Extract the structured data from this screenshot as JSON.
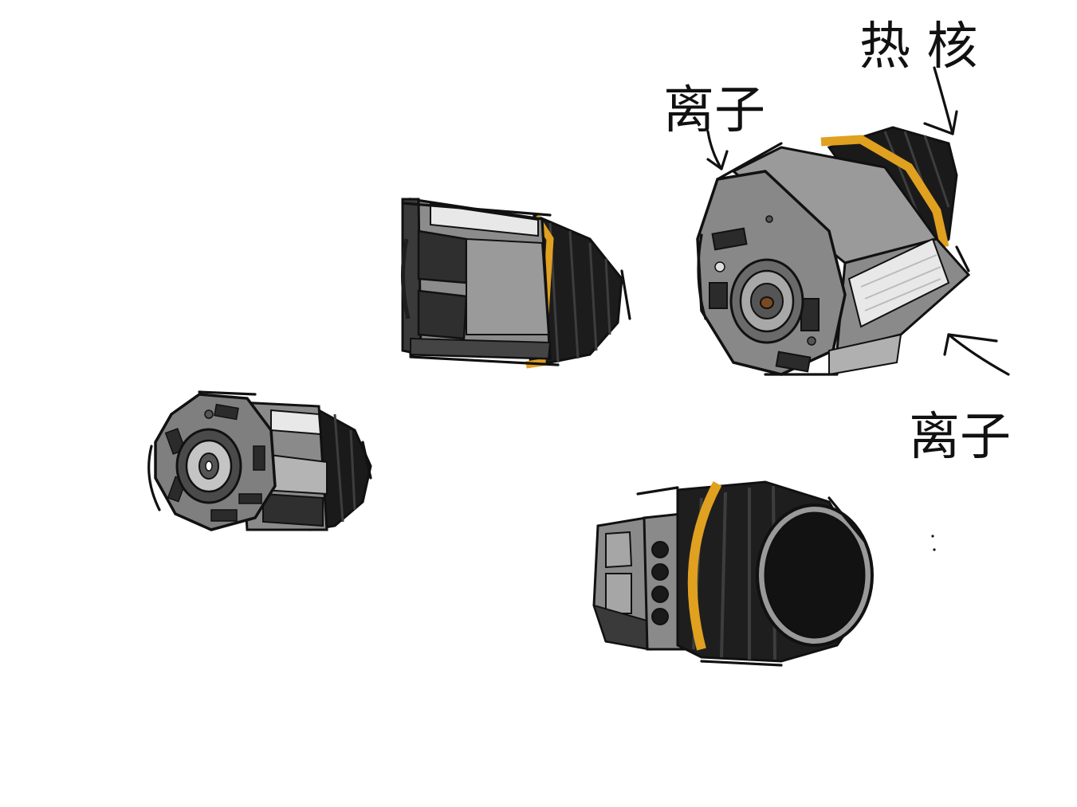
{
  "annotations": {
    "hot_core": "热 核",
    "ion_top": "离子",
    "ion_bottom": "离子"
  },
  "colors": {
    "background": "#ffffff",
    "body_gray": "#8c8c8c",
    "light_gray": "#b4b4b4",
    "dark_gray": "#2e2e2e",
    "black": "#121212",
    "accent_orange": "#e0a020",
    "stripe_white": "#e8e8e8"
  },
  "objects": [
    {
      "name": "thruster-side-view"
    },
    {
      "name": "thruster-front-angle-view"
    },
    {
      "name": "thruster-rear-angle-view"
    },
    {
      "name": "thruster-nozzle-view"
    }
  ]
}
